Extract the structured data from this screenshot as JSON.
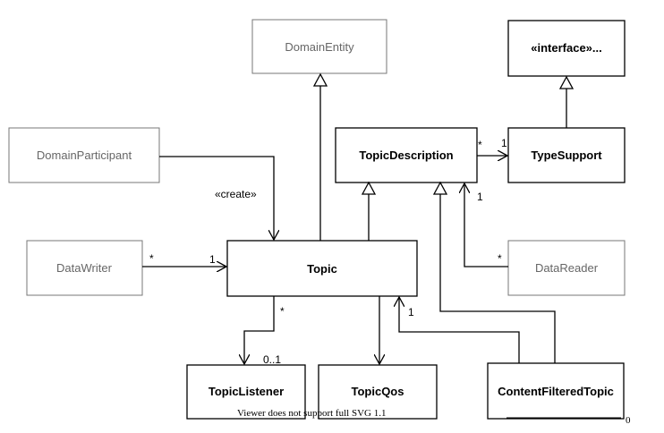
{
  "classes": {
    "domain_entity": "DomainEntity",
    "interface": "«interface»...",
    "domain_participant": "DomainParticipant",
    "topic_description": "TopicDescription",
    "type_support": "TypeSupport",
    "data_writer": "DataWriter",
    "topic": "Topic",
    "data_reader": "DataReader",
    "topic_listener": "TopicListener",
    "topic_qos": "TopicQos",
    "content_filtered_topic": "ContentFilteredTopic"
  },
  "labels": {
    "create_stereotype": "«create»",
    "td_ts_star": "*",
    "td_ts_one": "1",
    "reader_td_one": "1",
    "reader_star": "*",
    "writer_star": "*",
    "writer_topic_one": "1",
    "topic_listener_star": "*",
    "listener_multiplicity": "0..1",
    "cft_topic_one": "1"
  },
  "footer": {
    "warning": "Viewer does not support full SVG 1.1",
    "trailing_glyph": "0"
  }
}
